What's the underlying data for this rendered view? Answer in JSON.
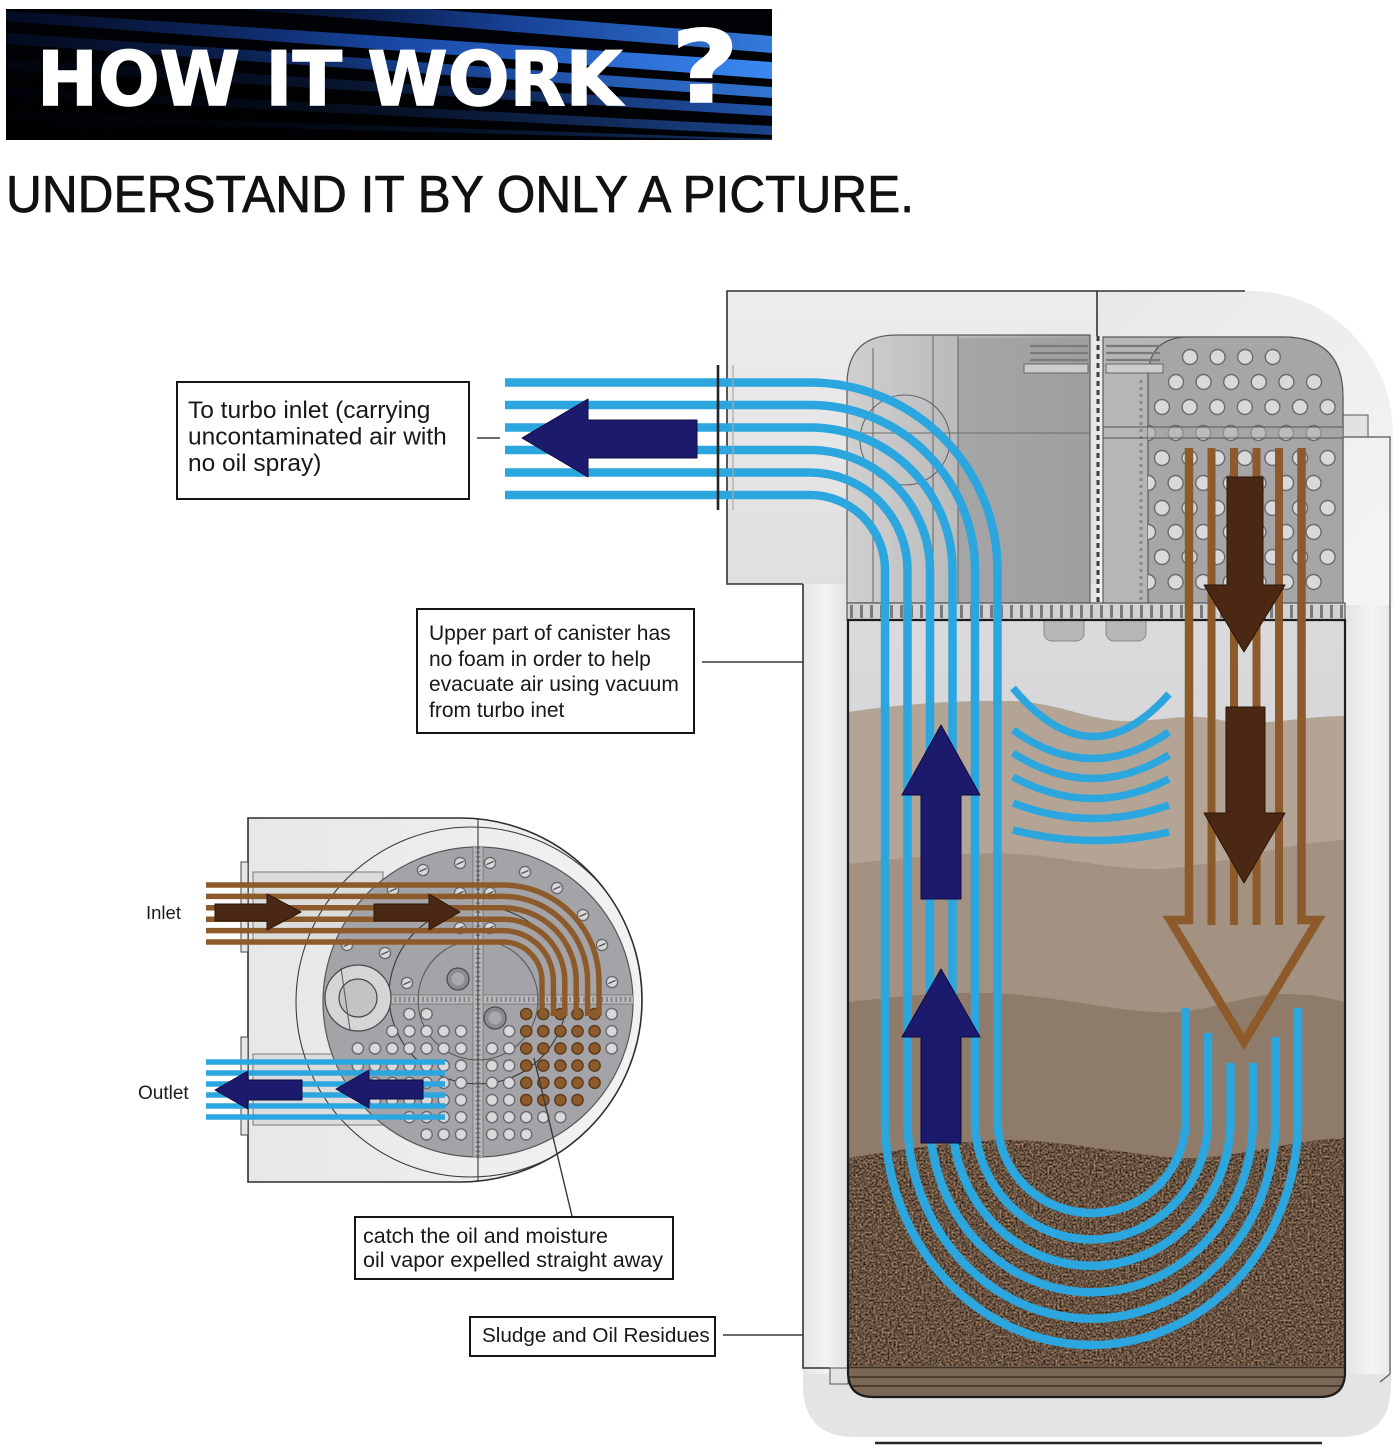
{
  "banner": {
    "title": "HOW IT WORK",
    "question_mark": "?"
  },
  "subtitle": "UNDERSTAND IT BY ONLY A PICTURE.",
  "callouts": {
    "turbo_inlet": [
      "To turbo inlet (carrying",
      "uncontaminated air with",
      "no oil spray)"
    ],
    "upper_canister": [
      "Upper part of canister has",
      "no foam in order to help",
      "evacuate air using vacuum",
      "from turbo inet"
    ],
    "oil_catch": [
      "catch the oil and moisture",
      "oil vapor expelled straight away"
    ],
    "sludge": [
      "Sludge and Oil Residues"
    ]
  },
  "side_view": {
    "inlet_label": "Inlet",
    "outlet_label": "Outlet"
  },
  "colors": {
    "clean_air_line": "#2ca6df",
    "clean_air_arrow": "#1c1a6c",
    "oily_air_line": "#8d5b2b",
    "oily_air_arrow": "#4b2813",
    "banner_background": "#010206",
    "banner_text": "#ffffff",
    "subtitle_text": "#111111"
  },
  "icons": {
    "turbo_outlet_arrow": "arrow-left-icon",
    "canister_air_arrows": "arrow-up-icon",
    "canister_oil_arrows": "arrow-down-icon",
    "hollow_oil_arrow": "arrow-down-outline-icon",
    "side_inlet_arrows": "arrow-right-icon",
    "side_outlet_arrows": "arrow-left-icon"
  }
}
